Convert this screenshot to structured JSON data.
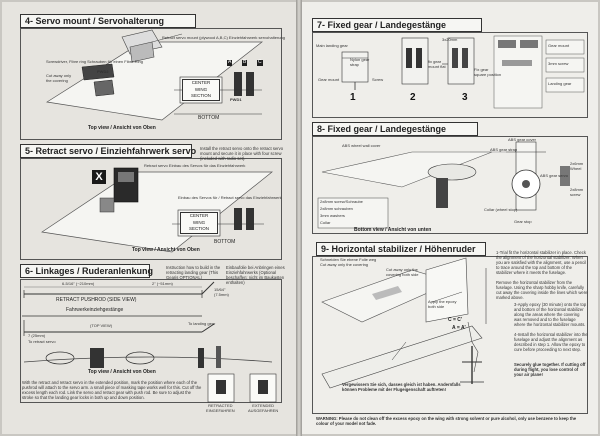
{
  "left": {
    "s4": {
      "title": "4- Servo mount / Servohalterung",
      "callout1": "Retract servo mount (plywood A,B,C)\nEinziehfahrwerk servohalterung",
      "callout2": "Screwdriver, Fibre ring\nSchrauben für einen Fibre-Ring",
      "callout3": "Cut away only the covering",
      "center_wing": "CENTER\nWING\nSECTION",
      "bottom": "BOTTOM",
      "top_view": "Top view / Ansicht von Oben",
      "label_a": "A",
      "label_b": "B",
      "label_c": "C",
      "pwd": "PWD2",
      "pwd2": "PWD1"
    },
    "s5": {
      "title": "5- Retract servo / Einziehfahrwerk servo",
      "install": "Install the retract servo onto the retract servo mount and secure it in place with four screw (included with radio set).",
      "callout1": "Retract servo\nEinbau des Servos für das Einziehfahrwerk",
      "callout2": "Einbau des Servos für / Retract servo\ndas Einziehfahrwerk",
      "center_wing": "CENTER\nWING\nSECTION",
      "bottom": "BOTTOM",
      "top_view": "Top view / Ansicht von Oben",
      "x_mark": "X"
    },
    "s6": {
      "title": "6- Linkages / Ruderanlenkung",
      "instruction": "Instruction how to build in the retracting landing gear (This Gearis OPTIONAL)",
      "instruction_de": "Einbaufolie bei Anbringen eines Einziehfahrwerks (Optional beschaffen: nicht im Baukasten enthalten)",
      "dim1": "6-5/16\" (~210mm)",
      "dim2": "2\" (~51mm)",
      "dim3": "15/64\" (7.5mm)",
      "pushrod": "RETRACT PUSHROD (SIDE VIEW)",
      "fahrwerk": "Fahrwerkeinziehgestänge",
      "top_view_small": "(TOP VIEW)",
      "to_gear": "To landing gear",
      "dim4": "7 (25mm)",
      "to_servo": "To retract servo",
      "top_view": "Top view / Ansicht von Oben",
      "retracted": "RETRACTED\nEINGEFAHREN",
      "extended": "EXTENDED\nAUSGEFAHREN",
      "paragraph": "With the retract and retract servo in the extended position, mark the position where each of the pushrod will attach to the servo arm. a small piece of masking tape works well for this. Cut off the excess length each rod. Link the servo and retract gear with push rod. Be sure to adjust the stroke so that the landing gear locks in both up and down position."
    }
  },
  "right": {
    "s7": {
      "title": "7- Fixed gear / Landegestänge",
      "main_gear": "Main landing gear",
      "nylon": "Nylon gear strap",
      "mount": "Gear mount",
      "screw": "Screw",
      "num1": "1",
      "num2": "2",
      "num3": "3",
      "fix1": "fix gear\nmount flat",
      "fix2": "Fix gear\nsquare position",
      "parts": [
        "Gear mount",
        "3mm screw",
        "Landing gear"
      ],
      "dim": "3x20mm"
    },
    "s8": {
      "title": "8- Fixed gear / Landegestänge",
      "wheel_cover": "ABS wheel wall cover",
      "gear_cover": "ABS gear cover",
      "gear_strap": "ABS gear strap",
      "wheel": "2x6mm\nWheel",
      "screw": "2x8mm\nscrew",
      "gear_servo": "ABS gear servo",
      "collar": "Collar (wheel stop)",
      "bottom_view": "Bottom view / Ansicht von unten",
      "stop": "Gear stop",
      "hardware": [
        "2x8mm screw/Schraube",
        "2x8mm schrauben",
        "3mm washers",
        "Collar"
      ]
    },
    "s9": {
      "title": "9- Horizontal stabilizer / Höhenruder",
      "callout1": "Schneiden Sie ebene Folie weg\nCut away only the covering",
      "callout2": "Cut away only the\ncovering both side",
      "apply": "Apply the epoxy\nboth side",
      "eq1": "C = C'",
      "eq2": "A = A'",
      "text1": "1-Trial fit the horizontal stabilizer in place. Check the alignment of the horizontal stabilizer. When you are satisfied with the alignment, use a pencil to trace around the top and bottom of the stabilizer where it meets the fuselage.",
      "text2": "Remove the horizontal stabilizer from the fuselage. Using the sharp hobby knife, carefully cut away the covering inside the lines which were marked above.",
      "text3": "3-Apply epoxy (30 minute) onto the top and bottom of the horizontal stabilizer along the areas where the covering was removed and to the fuselage where the horizontal stabilizer mounts.",
      "text4": "4-Install the horizontal stabilizer into the fuselage and adjust the alignment as described in step 1. Allow the epoxy to cure before proceeding to next step.",
      "secure": "Securely glue together. If cutting off during flight, you lose control of your air plane!",
      "warn_de": "Vergewissern Sie sich, dasses gleich ist haben. Andernfalls können Probleme mit der Flugeigenschaft auftreten!",
      "warning": "WARNING: Please do not clean off the excess epoxy on the wing with strong solvent or pure alcohol, only use benzene to keep the colour of your model not fade."
    }
  }
}
